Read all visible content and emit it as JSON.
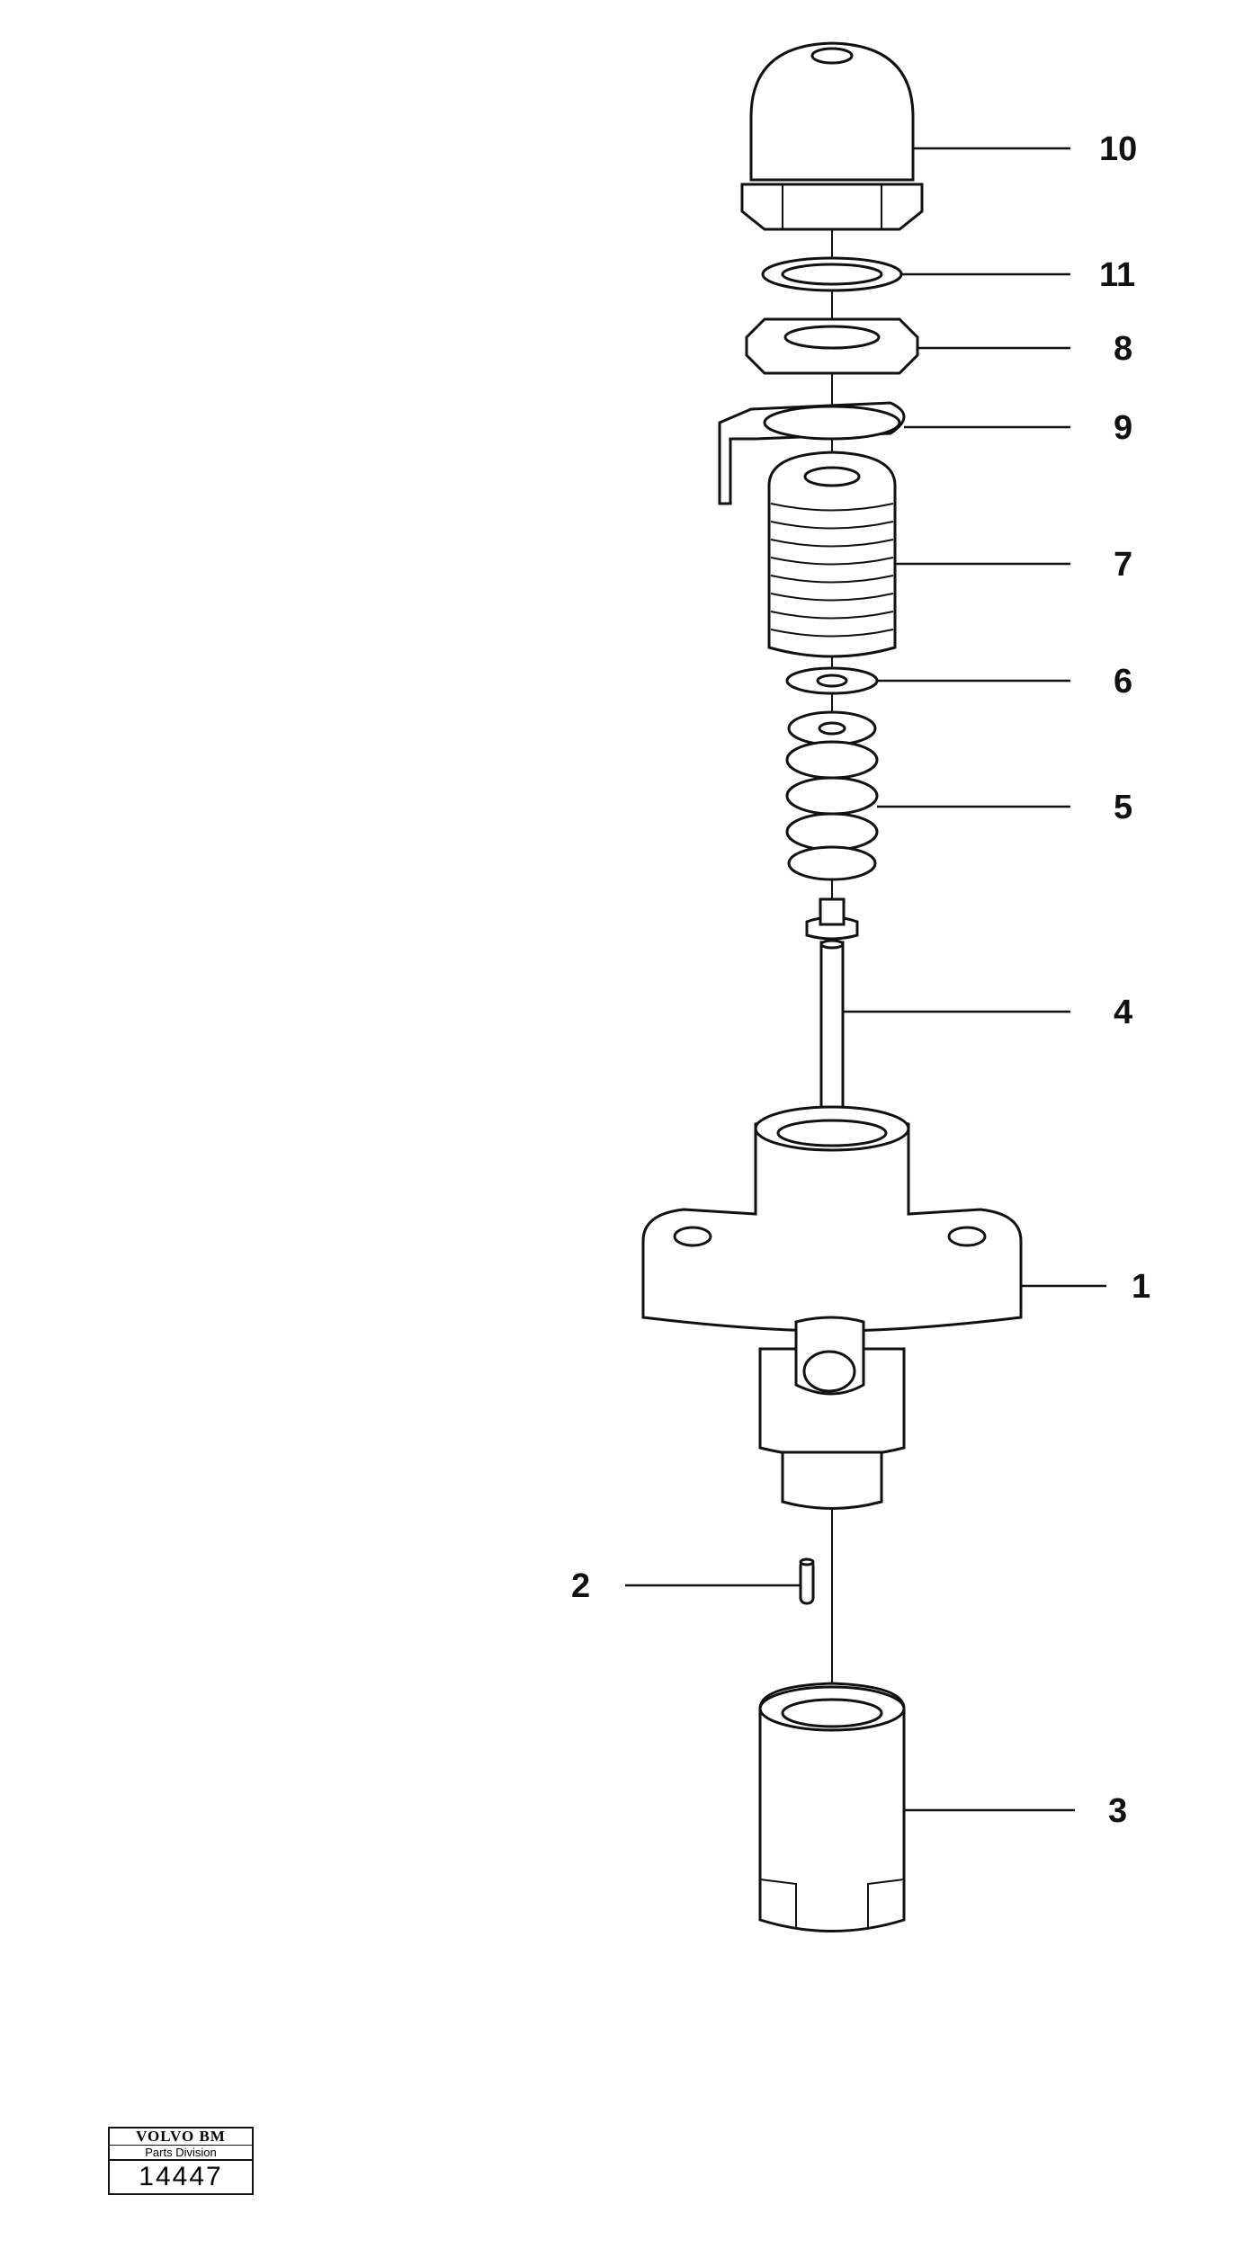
{
  "diagram": {
    "callouts": [
      {
        "id": "10",
        "label": "10"
      },
      {
        "id": "11",
        "label": "11"
      },
      {
        "id": "8",
        "label": "8"
      },
      {
        "id": "9",
        "label": "9"
      },
      {
        "id": "7",
        "label": "7"
      },
      {
        "id": "6",
        "label": "6"
      },
      {
        "id": "5",
        "label": "5"
      },
      {
        "id": "4",
        "label": "4"
      },
      {
        "id": "1",
        "label": "1"
      },
      {
        "id": "2",
        "label": "2"
      },
      {
        "id": "3",
        "label": "3"
      }
    ]
  },
  "stamp": {
    "brand": "VOLVO BM",
    "division": "Parts Division",
    "number": "14447"
  }
}
